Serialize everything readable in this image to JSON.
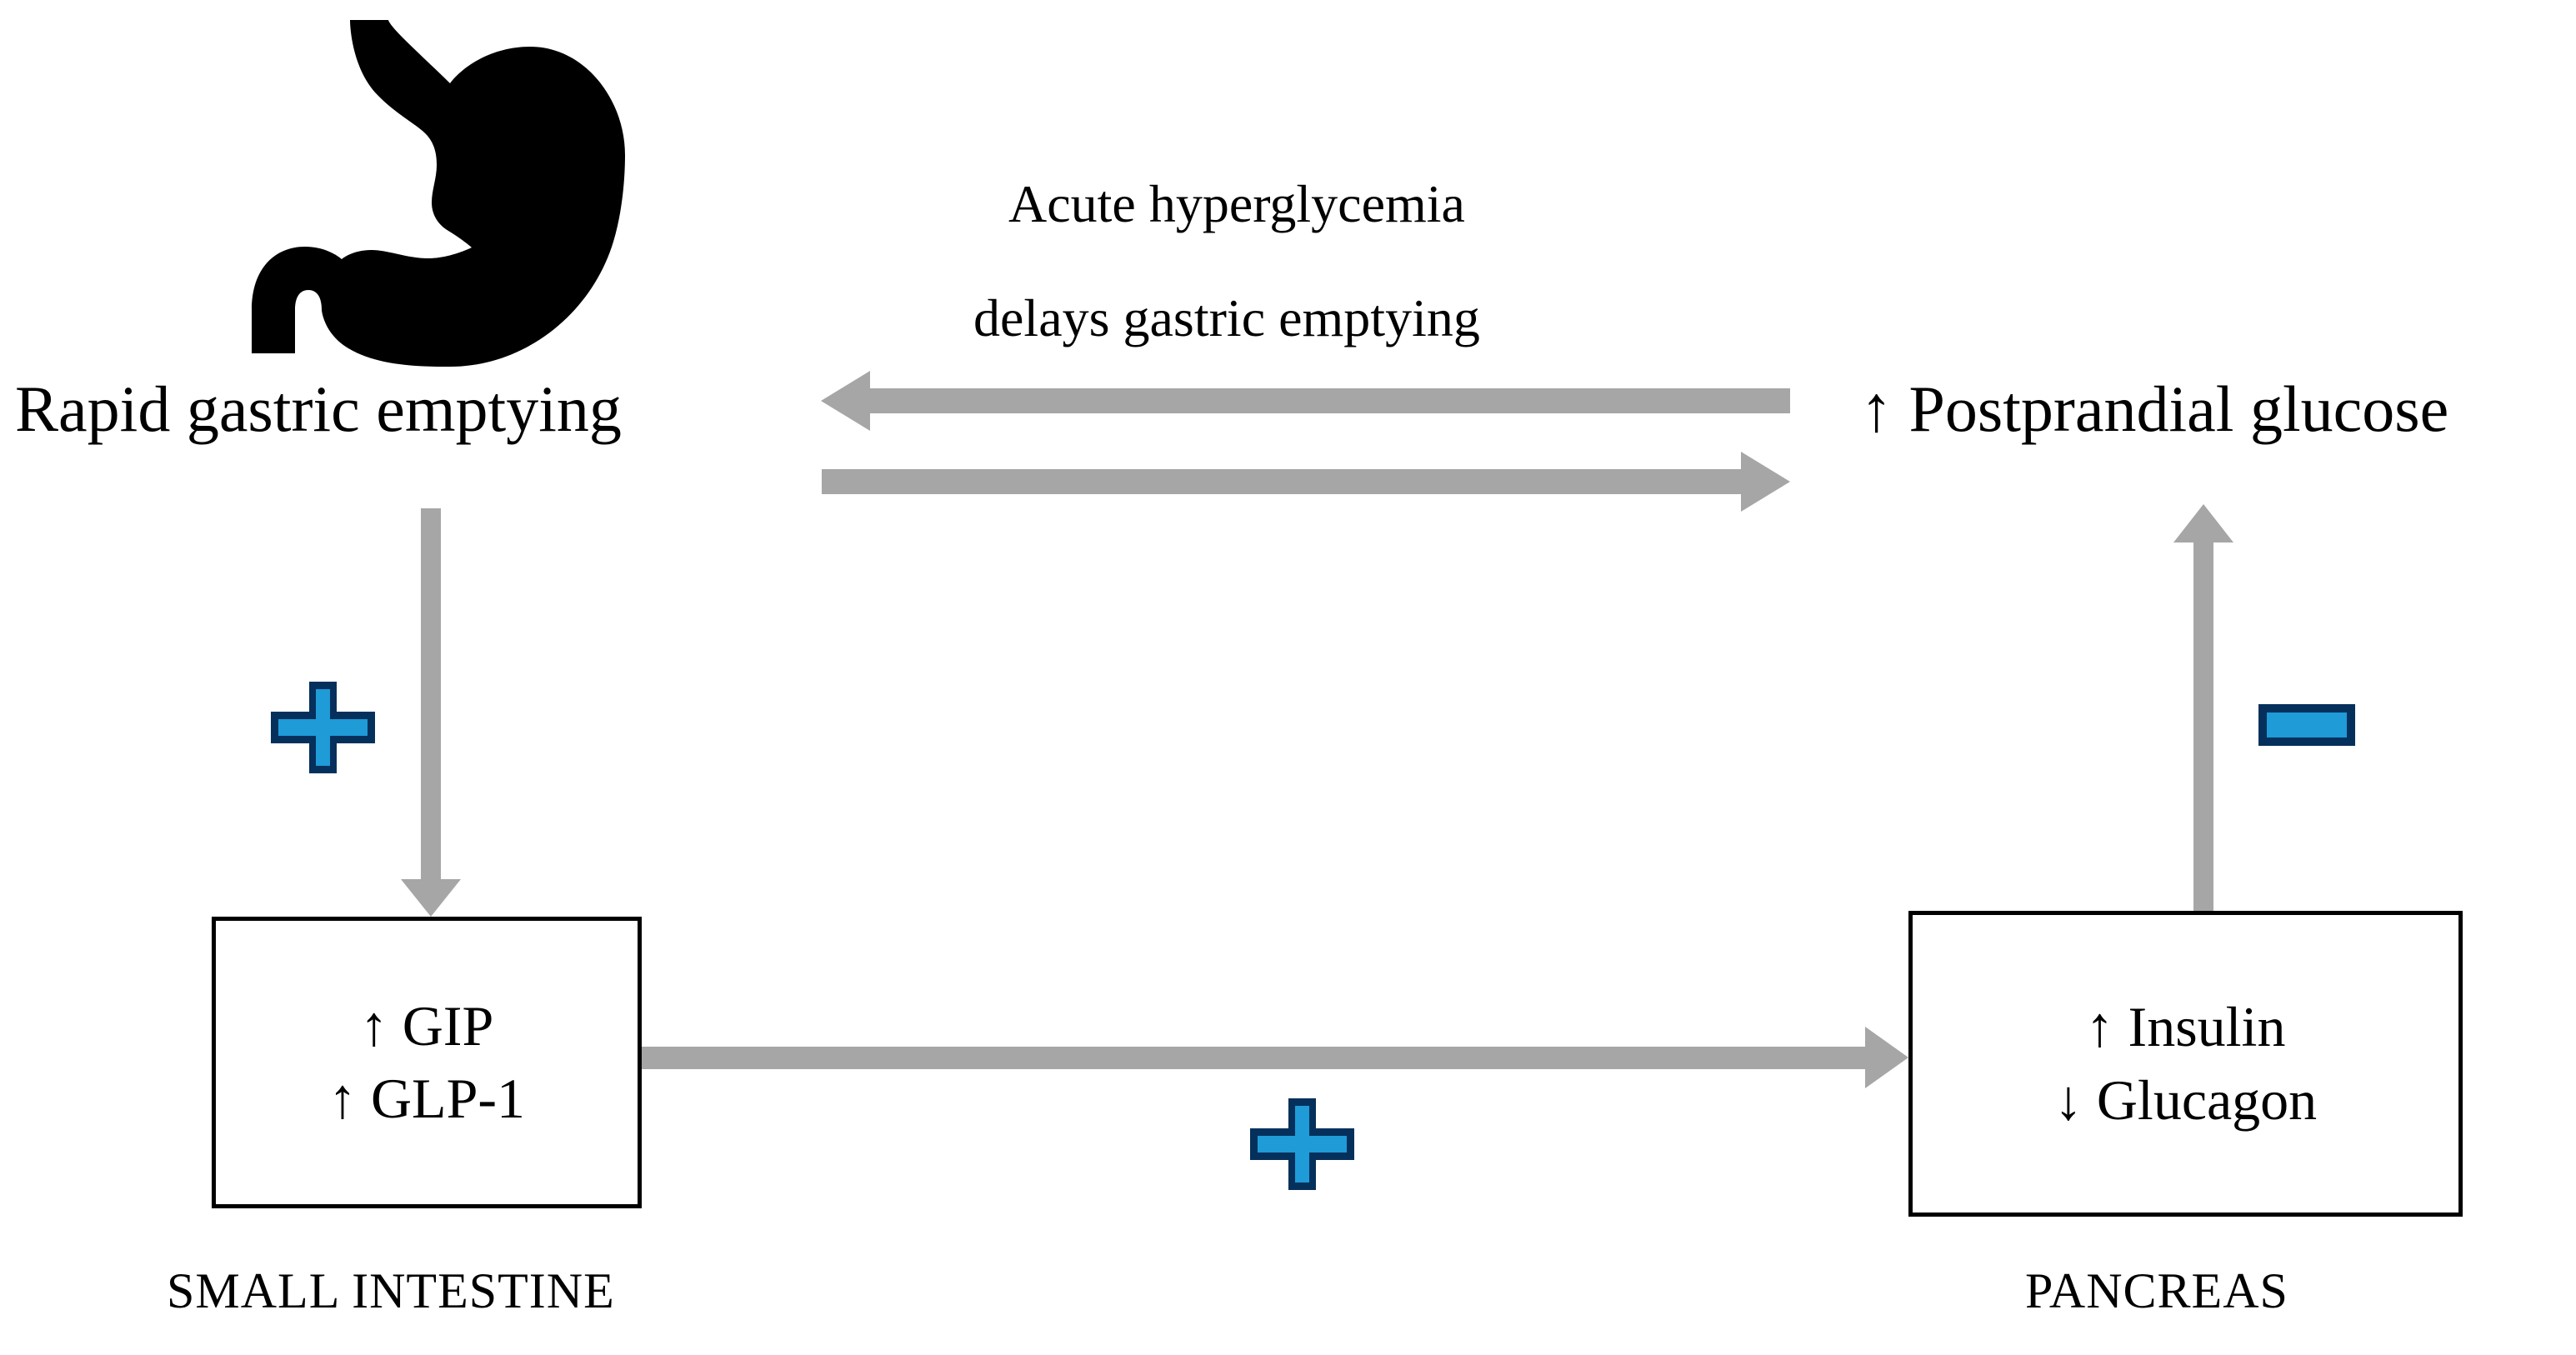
{
  "diagram": {
    "title_nodes": {
      "gastric_emptying": "Rapid gastric emptying",
      "postprandial_glucose": "↑ Postprandial glucose"
    },
    "feedback_annotation": {
      "line1": "Acute hyperglycemia",
      "line2": "delays gastric emptying"
    },
    "small_intestine": {
      "caption": "SMALL INTESTINE",
      "items": [
        "↑ GIP",
        "↑ GLP-1"
      ]
    },
    "pancreas": {
      "caption": "PANCREAS",
      "items": [
        "↑ Insulin",
        "↓ Glucagon"
      ]
    },
    "icons": {
      "stomach": "stomach-icon",
      "plus_gastric_to_incretin": "plus-sign-icon",
      "plus_incretin_to_pancreas": "plus-sign-icon",
      "minus_insulin_to_glucose": "minus-sign-icon"
    },
    "connectors": [
      {
        "name": "glucose-to-gastric-feedback",
        "direction": "left",
        "label": "Acute hyperglycemia delays gastric emptying"
      },
      {
        "name": "gastric-to-glucose",
        "direction": "right",
        "label": ""
      },
      {
        "name": "gastric-to-small-intestine",
        "direction": "down",
        "sign": "+"
      },
      {
        "name": "small-intestine-to-pancreas",
        "direction": "right",
        "sign": "+"
      },
      {
        "name": "pancreas-to-glucose",
        "direction": "up",
        "sign": "−"
      }
    ],
    "colors": {
      "arrow_gray": "#a6a6a6",
      "sign_fill": "#1f9bd8",
      "sign_outline": "#06305c",
      "box_border": "#000000",
      "text": "#000000",
      "background": "#ffffff"
    }
  }
}
